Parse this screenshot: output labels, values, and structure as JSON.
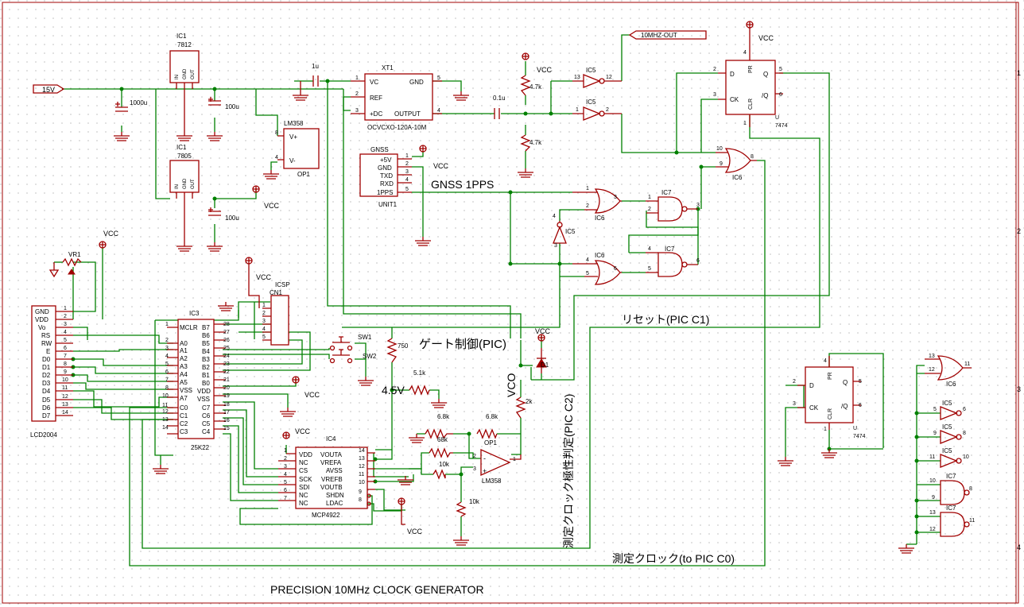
{
  "title": "PRECISION 10MHz CLOCK GENERATOR",
  "annotations": {
    "gnss_1pps": "GNSS 1PPS",
    "gate_control": "ゲート制御(PIC)",
    "reset": "リセット(PIC C1)",
    "measure_clock": "測定クロック(to PIC C0)",
    "measure_clock_polarity": "測定クロック極性判定(PIC C2)",
    "vco": "VCO",
    "v45": "4.5V"
  },
  "frame_numbers": [
    "1",
    "2",
    "3",
    "4"
  ],
  "nets": {
    "vcc": "VCC",
    "in15v": "15V",
    "out10mhz": "10MHZ-OUT"
  },
  "parts": {
    "ic1a": {
      "ref": "IC1",
      "value": "7812",
      "pins": [
        "IN",
        "GND",
        "OUT"
      ]
    },
    "ic1b": {
      "ref": "IC1",
      "value": "7805",
      "pins": [
        "IN",
        "GND",
        "OUT"
      ]
    },
    "c1000": "1000u",
    "c100a": "100u",
    "c100b": "100u",
    "c1u": "1u",
    "c01u": "0.1u",
    "xt1": {
      "ref": "XT1",
      "value": "OCVCXO-120A-10M",
      "pins": [
        "VC",
        "REF",
        "+DC",
        "GND",
        "OUTPUT"
      ],
      "nums": [
        "1",
        "2",
        "3",
        "5",
        "4"
      ]
    },
    "op1a": {
      "ref": "LM358",
      "sub": "OP1",
      "pins": [
        "V+",
        "V-"
      ],
      "nums": [
        "8",
        "4"
      ]
    },
    "r47a": "4.7k",
    "r47b": "4.7k",
    "unit1": {
      "head": "GNSS",
      "ref": "UNIT1",
      "pins": [
        "+5V",
        "GND",
        "TXD",
        "RXD",
        "1PPS"
      ],
      "nums": [
        "1",
        "2",
        "3",
        "4",
        "5"
      ]
    },
    "ic5": "IC5",
    "ic6": "IC6",
    "ic7": "IC7",
    "u7474": {
      "ref": "U",
      "value": "7474",
      "pins": [
        "D",
        "CK",
        "Q",
        "/Q",
        "PR",
        "CLR"
      ]
    },
    "vr1": "VR1",
    "lcd": {
      "ref": "LCD2004",
      "pins": [
        "GND",
        "VDD",
        "Vo",
        "RS",
        "RW",
        "E",
        "D0",
        "D1",
        "D2",
        "D3",
        "D4",
        "D5",
        "D6",
        "D7"
      ]
    },
    "icsp": {
      "ref": "ICSP",
      "sub": "CN1",
      "nums": [
        "1",
        "2",
        "3",
        "4",
        "5"
      ]
    },
    "ic3": {
      "ref": "IC3",
      "value": "25K22",
      "left": [
        "MCLR",
        "A0",
        "A1",
        "A2",
        "A3",
        "A4",
        "A5",
        "VSS",
        "A7",
        "C0",
        "C1",
        "C2",
        "C3"
      ],
      "right": [
        "B7",
        "B6",
        "B5",
        "B4",
        "B3",
        "B2",
        "B1",
        "B0",
        "VDD",
        "VSS",
        "C7",
        "C6",
        "C5",
        "C4"
      ]
    },
    "sw1": "SW1",
    "sw2": "SW2",
    "r750": "750",
    "r51k": "5.1k",
    "d1": "D1",
    "r2k": "2k",
    "r68k_a": "6.8k",
    "r68k_b": "6.8k",
    "r68k_c": "68k",
    "r10k_a": "10k",
    "r10k_b": "10k",
    "op1b": {
      "ref": "OP1",
      "value": "LM358"
    },
    "ic4": {
      "ref": "IC4",
      "value": "MCP4922",
      "left": [
        "VDD",
        "NC",
        "CS",
        "SCK",
        "SDI",
        "NC",
        "NC"
      ],
      "right": [
        "VOUTA",
        "VREFA",
        "AVSS",
        "VREFB",
        "VOUTB",
        "SHDN",
        "LDAC"
      ]
    }
  }
}
